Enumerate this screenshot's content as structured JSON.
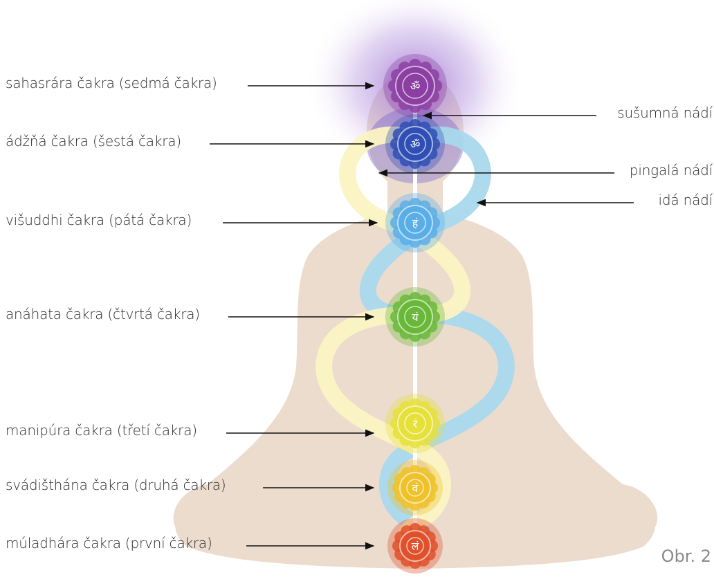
{
  "left_labels": [
    "sahasrára čakra (sedmá čakra)",
    "ádžňá čakra (šestá čakra)",
    "višuddhi čakra (pátá čakra)",
    "anáhata čakra (čtvrtá čakra)",
    "manipúra čakra (třetí čakra)",
    "svádišthána čakra (druhá čakra)",
    "múladhára čakra (první čakra)"
  ],
  "right_labels": [
    "sušumná nádí",
    "pingalá nádí",
    "idá nádí"
  ],
  "chakra_symbols": [
    "ॐ",
    "ॐ",
    "हं",
    "यं",
    "रं",
    "वं",
    "लं"
  ],
  "chakra_colors": [
    "#8c3fa3",
    "#2f4fb5",
    "#5aaee8",
    "#6ab83a",
    "#e6e03a",
    "#efc22a",
    "#e0502a"
  ],
  "figure_number": "Obr. 2",
  "colors": {
    "silhouette": "#ecdcce",
    "ida_channel": "#a9d8ec",
    "pingala_channel": "#fbf3c2",
    "sushumna_channel": "#ffffff",
    "crown_glow": "#a77ed3"
  }
}
